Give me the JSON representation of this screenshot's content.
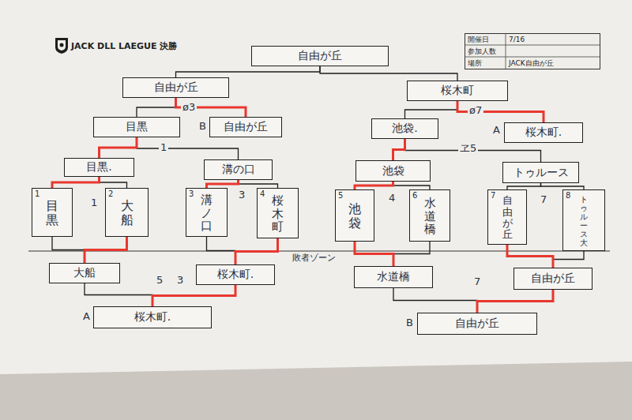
{
  "diagram": {
    "title": "JACK DLL LAEGUE 決勝",
    "nodes": [
      {
        "text": [
          "自由が丘"
        ]
      },
      {
        "text": [
          "自由が丘"
        ]
      },
      {
        "text": [
          "桜木町"
        ]
      },
      {
        "text": [
          "目黒"
        ]
      },
      {
        "text": [
          "自由が丘"
        ]
      },
      {
        "text": [
          "池袋."
        ]
      },
      {
        "text": [
          "桜木町."
        ]
      },
      {
        "text": [
          "目黒."
        ]
      },
      {
        "text": [
          "溝の口"
        ]
      },
      {
        "text": [
          "池袋"
        ]
      },
      {
        "text": [
          "トゥルース"
        ]
      },
      {
        "text": [
          "1",
          "目黒"
        ]
      },
      {
        "text": [
          "2",
          "大船"
        ]
      },
      {
        "text": [
          "3",
          "溝ノ口"
        ]
      },
      {
        "text": [
          "4",
          "桜木町"
        ]
      },
      {
        "text": [
          "5",
          "池袋"
        ]
      },
      {
        "text": [
          "6",
          "水道橋"
        ]
      },
      {
        "text": [
          "7",
          "自由が丘"
        ]
      },
      {
        "text": [
          "8",
          "トゥルース大"
        ]
      },
      {
        "text": [
          "大船"
        ]
      },
      {
        "text": [
          "桜木町."
        ]
      },
      {
        "text": [
          "水道橋"
        ]
      },
      {
        "text": [
          "自由が丘"
        ]
      },
      {
        "text": [
          "桜木町."
        ]
      },
      {
        "text": [
          "自由が丘"
        ]
      },
      {
        "text": [
          "開催日",
          "7/16",
          "参加人数",
          "場所",
          "JACK自由が丘"
        ]
      }
    ],
    "edges": [
      {
        "from": 11,
        "to": 7,
        "arrow": "none"
      },
      {
        "from": 12,
        "to": 7,
        "arrow": "none"
      },
      {
        "from": 13,
        "to": 8,
        "arrow": "none"
      },
      {
        "from": 14,
        "to": 8,
        "arrow": "none"
      },
      {
        "from": 15,
        "to": 9,
        "arrow": "none"
      },
      {
        "from": 16,
        "to": 9,
        "arrow": "none"
      },
      {
        "from": 17,
        "to": 10,
        "arrow": "none"
      },
      {
        "from": 18,
        "to": 10,
        "arrow": "none"
      },
      {
        "from": 7,
        "to": 3,
        "arrow": "none"
      },
      {
        "from": 8,
        "to": 3,
        "arrow": "none"
      },
      {
        "from": 9,
        "to": 5,
        "arrow": "none"
      },
      {
        "from": 10,
        "to": 5,
        "arrow": "none"
      },
      {
        "from": 3,
        "to": 1,
        "arrow": "none"
      },
      {
        "from": 4,
        "to": 1,
        "arrow": "none"
      },
      {
        "from": 5,
        "to": 2,
        "arrow": "none"
      },
      {
        "from": 6,
        "to": 2,
        "arrow": "none"
      },
      {
        "from": 1,
        "to": 0,
        "arrow": "none"
      },
      {
        "from": 2,
        "to": 0,
        "arrow": "none"
      },
      {
        "from": 11,
        "to": 19,
        "arrow": "none"
      },
      {
        "from": 12,
        "to": 19,
        "arrow": "none"
      },
      {
        "from": 13,
        "to": 20,
        "arrow": "none"
      },
      {
        "from": 14,
        "to": 20,
        "arrow": "none"
      },
      {
        "from": 15,
        "to": 21,
        "arrow": "none"
      },
      {
        "from": 16,
        "to": 21,
        "arrow": "none"
      },
      {
        "from": 17,
        "to": 22,
        "arrow": "none"
      },
      {
        "from": 18,
        "to": 22,
        "arrow": "none"
      },
      {
        "from": 19,
        "to": 23,
        "arrow": "none"
      },
      {
        "from": 20,
        "to": 23,
        "arrow": "none"
      },
      {
        "from": 21,
        "to": 24,
        "arrow": "none"
      },
      {
        "from": 22,
        "to": 24,
        "arrow": "none"
      }
    ],
    "labels": [
      "B",
      "A",
      "ø3",
      "ø7",
      "1",
      "ヱ5",
      "1",
      "3",
      "4",
      "7",
      "敗者ゾーン",
      "5",
      "3",
      "7",
      "A",
      "B"
    ]
  }
}
